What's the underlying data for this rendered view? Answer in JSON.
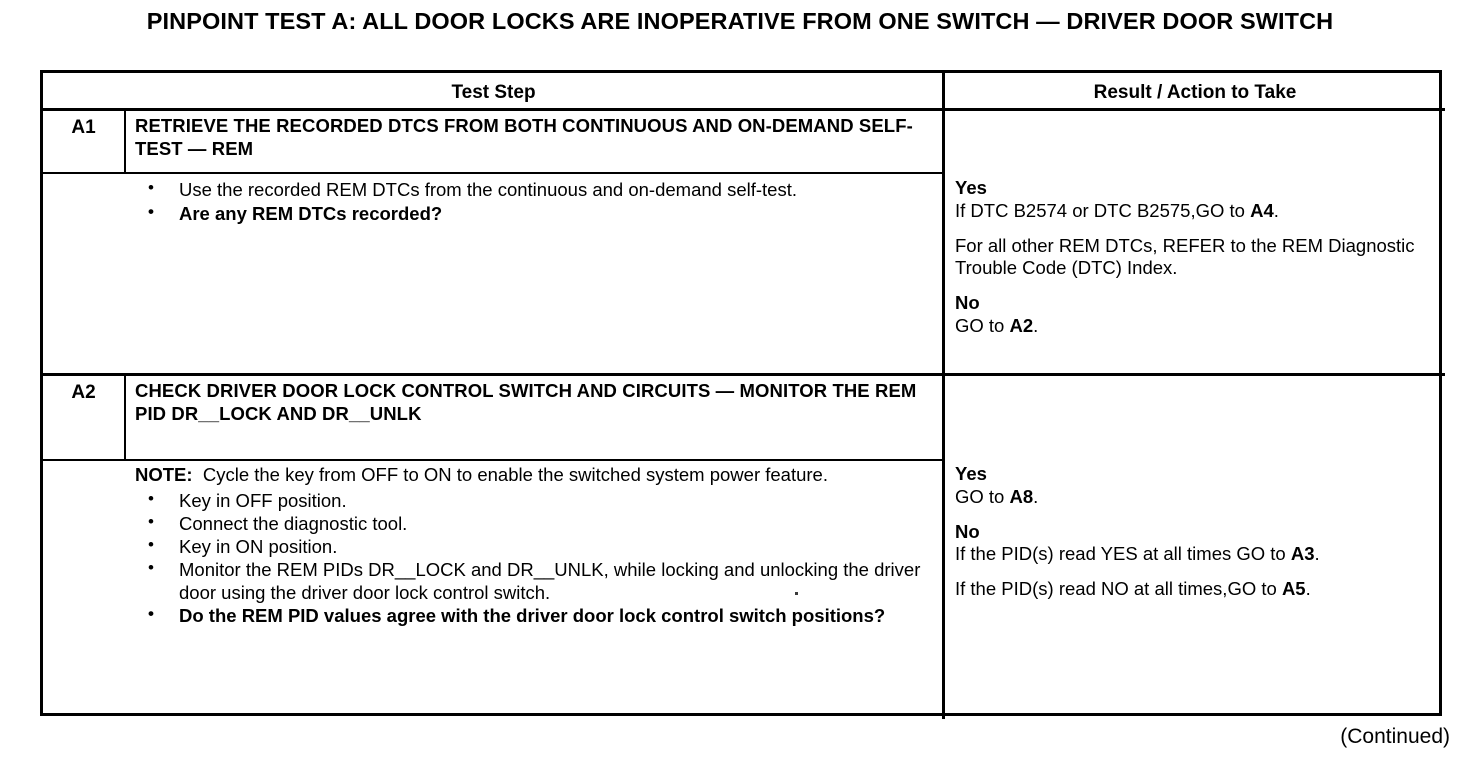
{
  "document": {
    "title": "PINPOINT TEST A: ALL DOOR LOCKS ARE INOPERATIVE FROM ONE SWITCH — DRIVER DOOR SWITCH",
    "footer": "(Continued)"
  },
  "table": {
    "headers": {
      "test_step": "Test Step",
      "result_action": "Result / Action to Take"
    },
    "rows": [
      {
        "step_id": "A1",
        "title": "RETRIEVE THE RECORDED DTCS FROM BOTH CONTINUOUS AND ON-DEMAND SELF-TEST — REM",
        "bullets": [
          {
            "text": "Use the recorded REM DTCs from the continuous and on-demand self-test.",
            "bold": false
          },
          {
            "text": "Are any REM DTCs recorded?",
            "bold": true
          }
        ],
        "results": [
          {
            "label": "Yes",
            "lines": [
              "If DTC B2574 or DTC B2575,GO to A4.",
              "For all other REM DTCs, REFER to the REM Diagnostic Trouble Code (DTC) Index."
            ]
          },
          {
            "label": "No",
            "lines": [
              "GO to A2."
            ]
          }
        ]
      },
      {
        "step_id": "A2",
        "title": "CHECK DRIVER DOOR LOCK CONTROL SWITCH AND CIRCUITS — MONITOR THE REM PID DR__LOCK AND DR__UNLK",
        "note_label": "NOTE:",
        "note_text": "Cycle the key from OFF to ON to enable the switched system power feature.",
        "bullets": [
          {
            "text": "Key in OFF position.",
            "bold": false
          },
          {
            "text": "Connect the diagnostic tool.",
            "bold": false
          },
          {
            "text": "Key in ON position.",
            "bold": false
          },
          {
            "text": "Monitor the REM PIDs DR__LOCK and DR__UNLK, while locking and unlocking the driver door using the driver door lock control switch.",
            "bold": false
          },
          {
            "text": "Do the REM PID values agree with the driver door lock control switch positions?",
            "bold": true
          }
        ],
        "results": [
          {
            "label": "Yes",
            "lines": [
              "GO to A8."
            ]
          },
          {
            "label": "No",
            "lines": [
              "If the PID(s) read YES at all times GO to A3.",
              "If the PID(s) read NO at all times,GO to A5."
            ]
          }
        ]
      }
    ]
  }
}
